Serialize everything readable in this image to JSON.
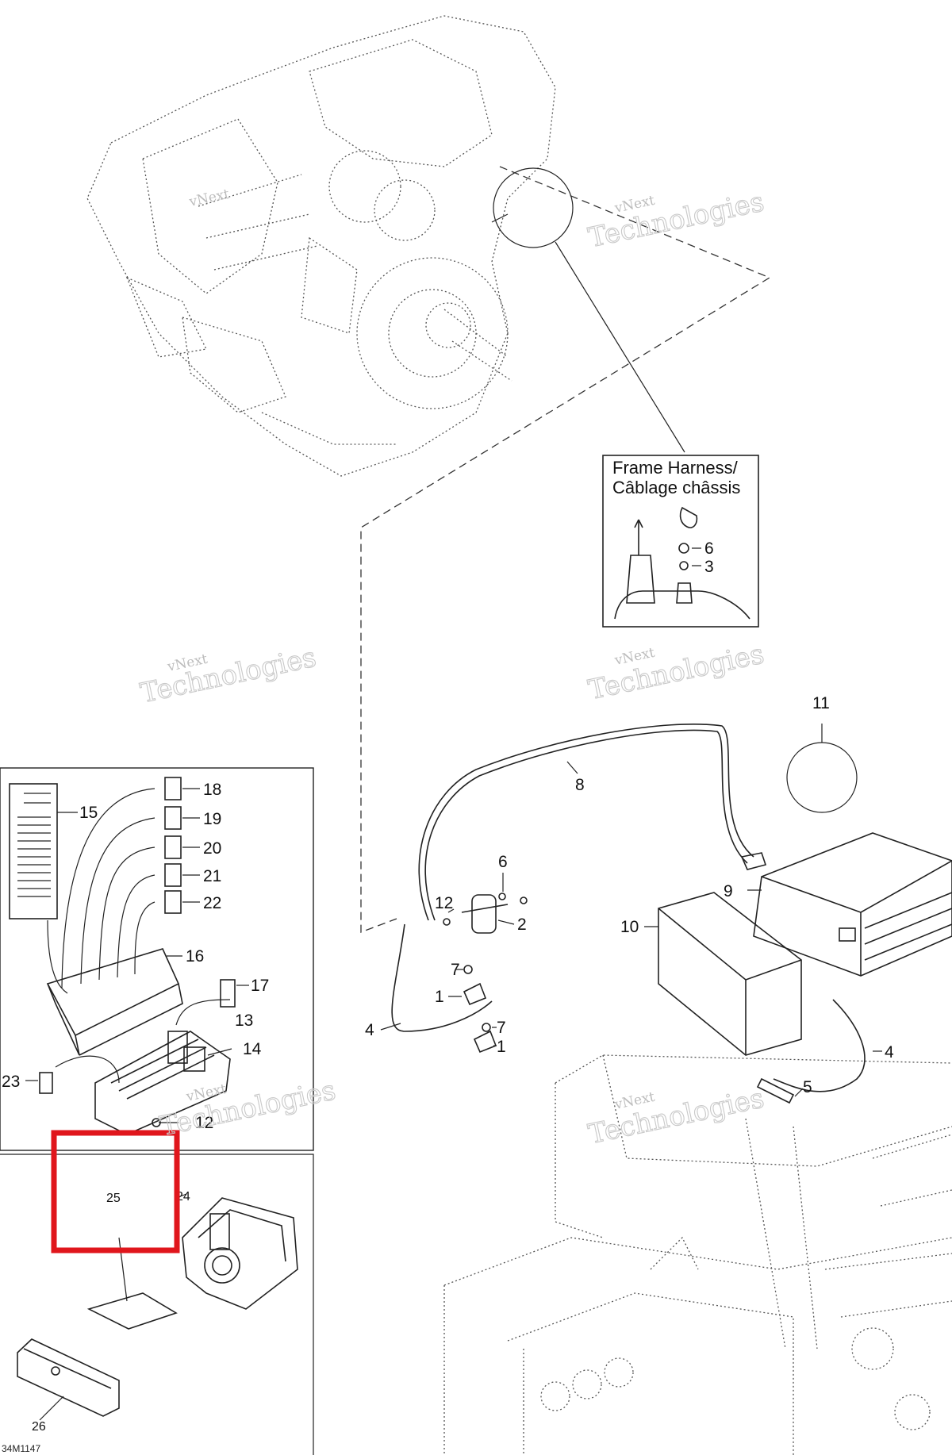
{
  "watermark": {
    "line1": "vNext",
    "line2": "Technologies"
  },
  "inset_frame_harness": {
    "title_line1": "Frame Harness/",
    "title_line2": "Câblage châssis"
  },
  "callouts": {
    "c1": "1",
    "c2": "2",
    "c3": "3",
    "c4": "4",
    "c5": "5",
    "c6": "6",
    "c7": "7",
    "c8": "8",
    "c9": "9",
    "c10": "10",
    "c11": "11",
    "c12": "12",
    "c13": "13",
    "c14": "14",
    "c15": "15",
    "c16": "16",
    "c17": "17",
    "c18": "18",
    "c19": "19",
    "c20": "20",
    "c21": "21",
    "c22": "22",
    "c23": "23",
    "c24": "24",
    "c25": "25",
    "c26": "26"
  },
  "figure_id": "34M1147",
  "highlight": {
    "color": "#e0161c"
  }
}
